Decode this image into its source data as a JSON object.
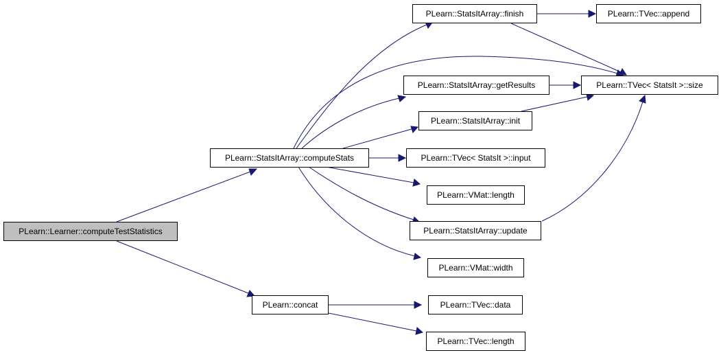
{
  "colors": {
    "edge": "#191970",
    "root_fill": "#bfbfbf",
    "node_fill": "#ffffff",
    "node_border": "#000000"
  },
  "nodes": {
    "learner_compute_test_statistics": "PLearn::Learner::computeTestStatistics",
    "stats_it_array_compute_stats": "PLearn::StatsItArray::computeStats",
    "concat": "PLearn::concat",
    "stats_it_array_finish": "PLearn::StatsItArray::finish",
    "tvec_append": "PLearn::TVec::append",
    "stats_it_array_get_results": "PLearn::StatsItArray::getResults",
    "tvec_stats_it_size": "PLearn::TVec< StatsIt >::size",
    "stats_it_array_init": "PLearn::StatsItArray::init",
    "tvec_stats_it_input": "PLearn::TVec< StatsIt >::input",
    "vmat_length": "PLearn::VMat::length",
    "stats_it_array_update": "PLearn::StatsItArray::update",
    "vmat_width": "PLearn::VMat::width",
    "tvec_data": "PLearn::TVec::data",
    "tvec_length": "PLearn::TVec::length"
  }
}
